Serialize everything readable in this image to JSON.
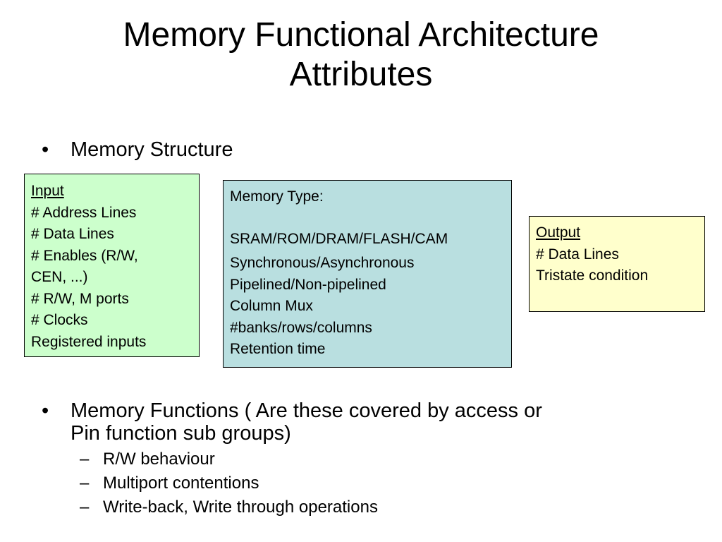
{
  "title": {
    "line1": "Memory Functional Architecture",
    "line2": "Attributes"
  },
  "bullets": {
    "marker": "•",
    "structure": "Memory Structure",
    "functions_line1": "Memory Functions  ( Are these covered by access or",
    "functions_line2": "Pin function sub groups)"
  },
  "input_box": {
    "heading": "Input",
    "lines": [
      "# Address Lines",
      "# Data Lines",
      "# Enables (R/W,",
      "CEN, ...)",
      "# R/W, M ports",
      "# Clocks",
      "Registered inputs"
    ]
  },
  "memory_box": {
    "type_label": "Memory Type:",
    "type_value": "SRAM/ROM/DRAM/FLASH/CAM",
    "lines": [
      "Synchronous/Asynchronous",
      "Pipelined/Non-pipelined",
      "Column Mux",
      "#banks/rows/columns",
      "Retention time"
    ]
  },
  "output_box": {
    "heading": "Output",
    "lines": [
      "# Data Lines",
      "Tristate condition"
    ]
  },
  "sub_bullets": {
    "marker": "–",
    "items": [
      "R/W behaviour",
      "Multiport contentions",
      "Write-back, Write through operations"
    ]
  },
  "colors": {
    "input_bg": "#ccffcc",
    "memory_bg": "#b9dfe0",
    "output_bg": "#ffffcc"
  }
}
